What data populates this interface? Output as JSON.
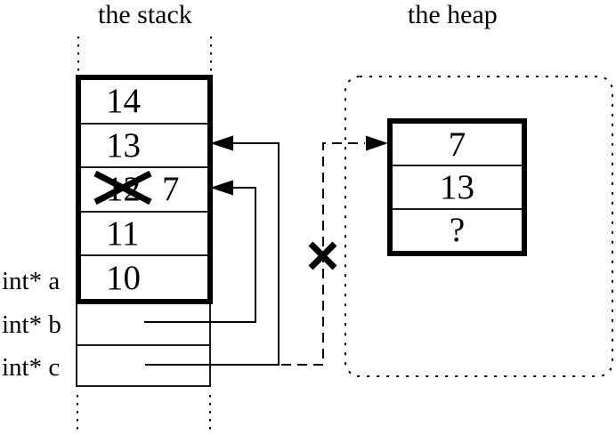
{
  "colors": {
    "ink": "#000000",
    "background": "#ffffff"
  },
  "stack": {
    "title": "the stack",
    "frames": [
      {
        "value": "14"
      },
      {
        "value": "13"
      },
      {
        "value": "12",
        "crossed_out": true,
        "new_value": "7"
      },
      {
        "value": "11"
      },
      {
        "value": "10"
      }
    ],
    "pointer_labels": [
      {
        "label": "int* a"
      },
      {
        "label": "int* b"
      },
      {
        "label": "int* c"
      }
    ]
  },
  "heap": {
    "title": "the heap",
    "block_cells": [
      {
        "value": "7"
      },
      {
        "value": "13"
      },
      {
        "value": "?"
      }
    ]
  }
}
